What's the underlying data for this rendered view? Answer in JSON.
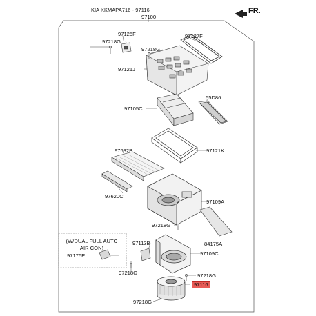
{
  "header": {
    "title": "KIA KKMAPA716 - 97116",
    "direction_label": "FR."
  },
  "diagram": {
    "assembly_number": "97100",
    "note_line1": "(W/DUAL FULL AUTO",
    "note_line2": "AIR CON)",
    "parts": {
      "p97125F": "97125F",
      "p97218G_a": "97218G",
      "p97218G_b": "97218G",
      "p97127F": "97127F",
      "p97121J": "97121J",
      "p55D86": "55D86",
      "p97105C": "97105C",
      "p97121K": "97121K",
      "p97632B": "97632B",
      "p97620C": "97620C",
      "p97109A": "97109A",
      "p97218G_c": "97218G",
      "p84175A": "84175A",
      "p97113B": "97113B",
      "p97109C": "97109C",
      "p97176E": "97176E",
      "p97218G_d": "97218G",
      "p97218G_e": "97218G",
      "p97116": "97116",
      "p97218G_f": "97218G"
    },
    "highlight_color": "#e85b56"
  }
}
